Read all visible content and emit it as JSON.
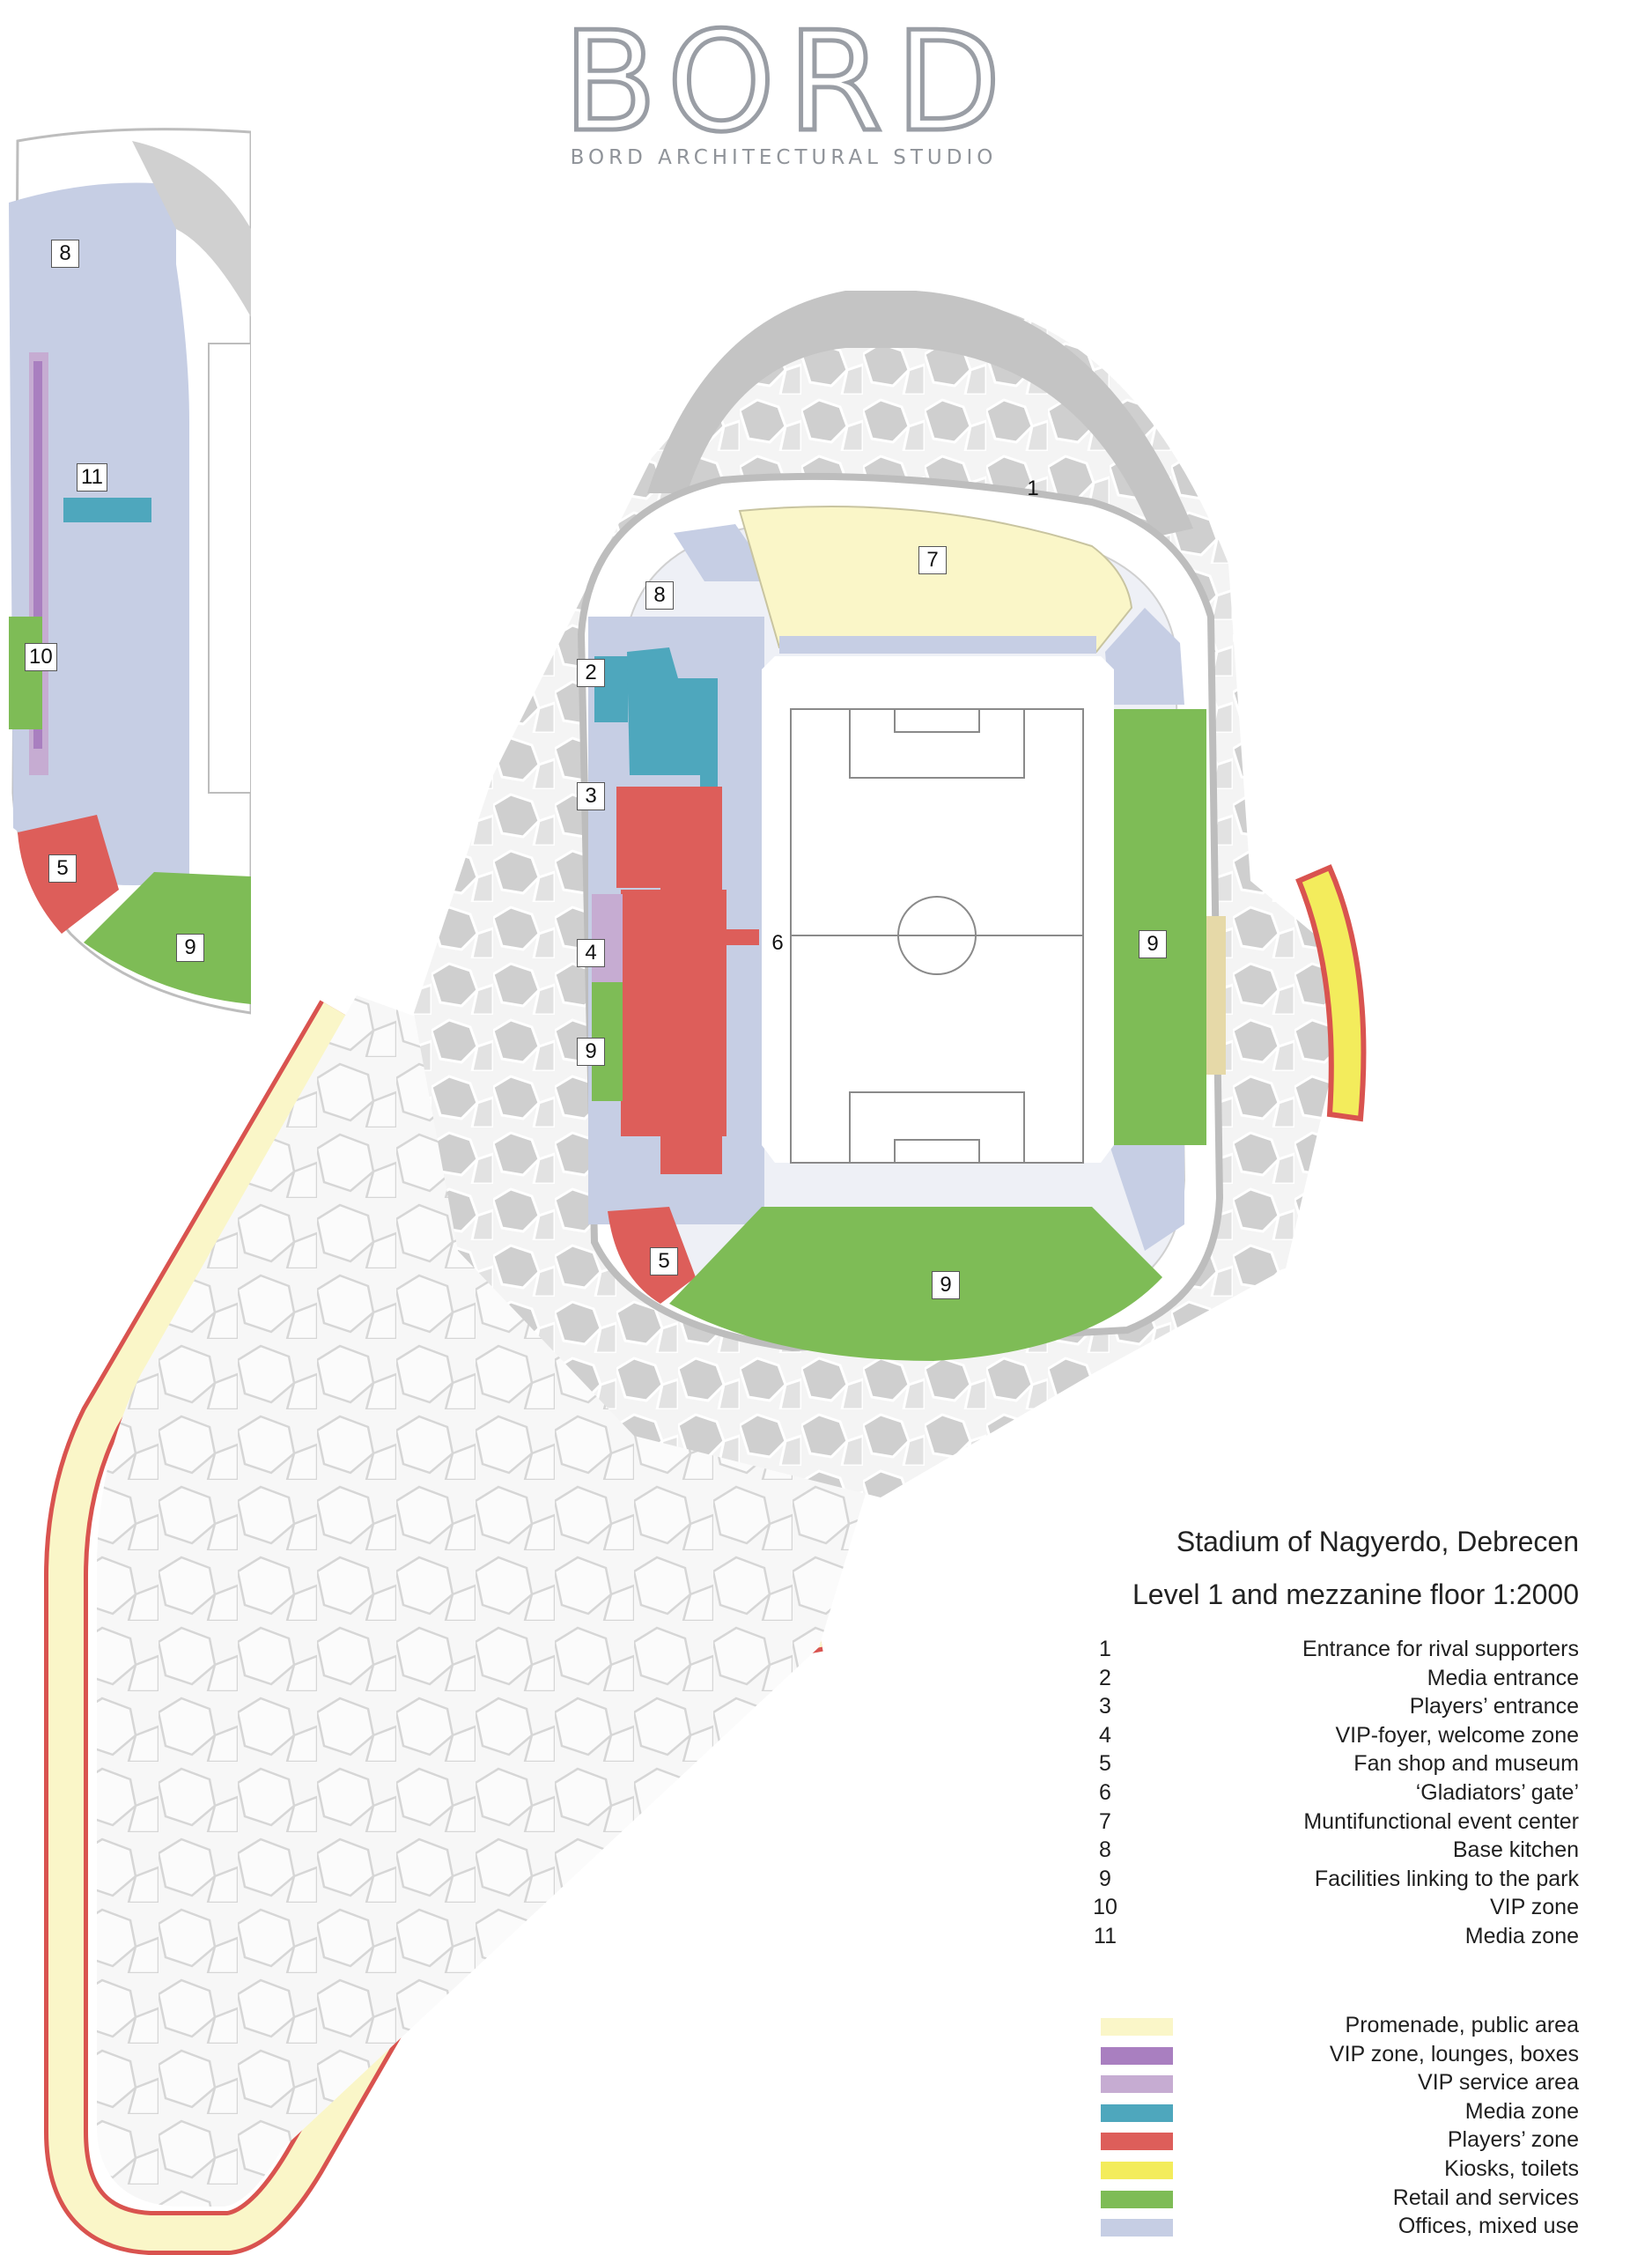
{
  "logo": {
    "name": "BORD",
    "subtitle": "BORD ARCHITECTURAL STUDIO"
  },
  "title": {
    "main": "Stadium of Nagyerdo, Debrecen",
    "sub": "Level 1 and mezzanine floor 1:2000"
  },
  "plan_labels": {
    "main": [
      "1",
      "2",
      "3",
      "4",
      "5",
      "6",
      "7",
      "8",
      "9",
      "9",
      "9"
    ],
    "inset": [
      "8",
      "11",
      "10",
      "5",
      "9"
    ]
  },
  "numbered_legend": [
    {
      "num": "1",
      "label": "Entrance for rival supporters"
    },
    {
      "num": "2",
      "label": "Media entrance"
    },
    {
      "num": "3",
      "label": "Players’ entrance"
    },
    {
      "num": "4",
      "label": "VIP-foyer, welcome zone"
    },
    {
      "num": "5",
      "label": "Fan shop and museum"
    },
    {
      "num": "6",
      "label": "‘Gladiators’ gate’"
    },
    {
      "num": "7",
      "label": "Muntifunctional event center"
    },
    {
      "num": "8",
      "label": "Base kitchen"
    },
    {
      "num": "9",
      "label": "Facilities linking to the park"
    },
    {
      "num": "10",
      "label": "VIP zone"
    },
    {
      "num": "11",
      "label": "Media zone"
    }
  ],
  "color_key": [
    {
      "label": "Promenade, public area",
      "color": "#faf6c8"
    },
    {
      "label": "VIP zone, lounges, boxes",
      "color": "#a97fc0"
    },
    {
      "label": "VIP service area",
      "color": "#c6acd2"
    },
    {
      "label": "Media zone",
      "color": "#4ea7bd"
    },
    {
      "label": "Players’ zone",
      "color": "#dd5e5a"
    },
    {
      "label": "Kiosks, toilets",
      "color": "#f3ec5c"
    },
    {
      "label": "Retail and services",
      "color": "#7ebc56"
    },
    {
      "label": "Offices, mixed use",
      "color": "#c6cee4"
    }
  ],
  "colors": {
    "pitch_line": "#8a8a8a",
    "park_path": "#d9d9d9",
    "cell_gray": "#c9c9c9",
    "outer_edge": "#d9534f"
  }
}
